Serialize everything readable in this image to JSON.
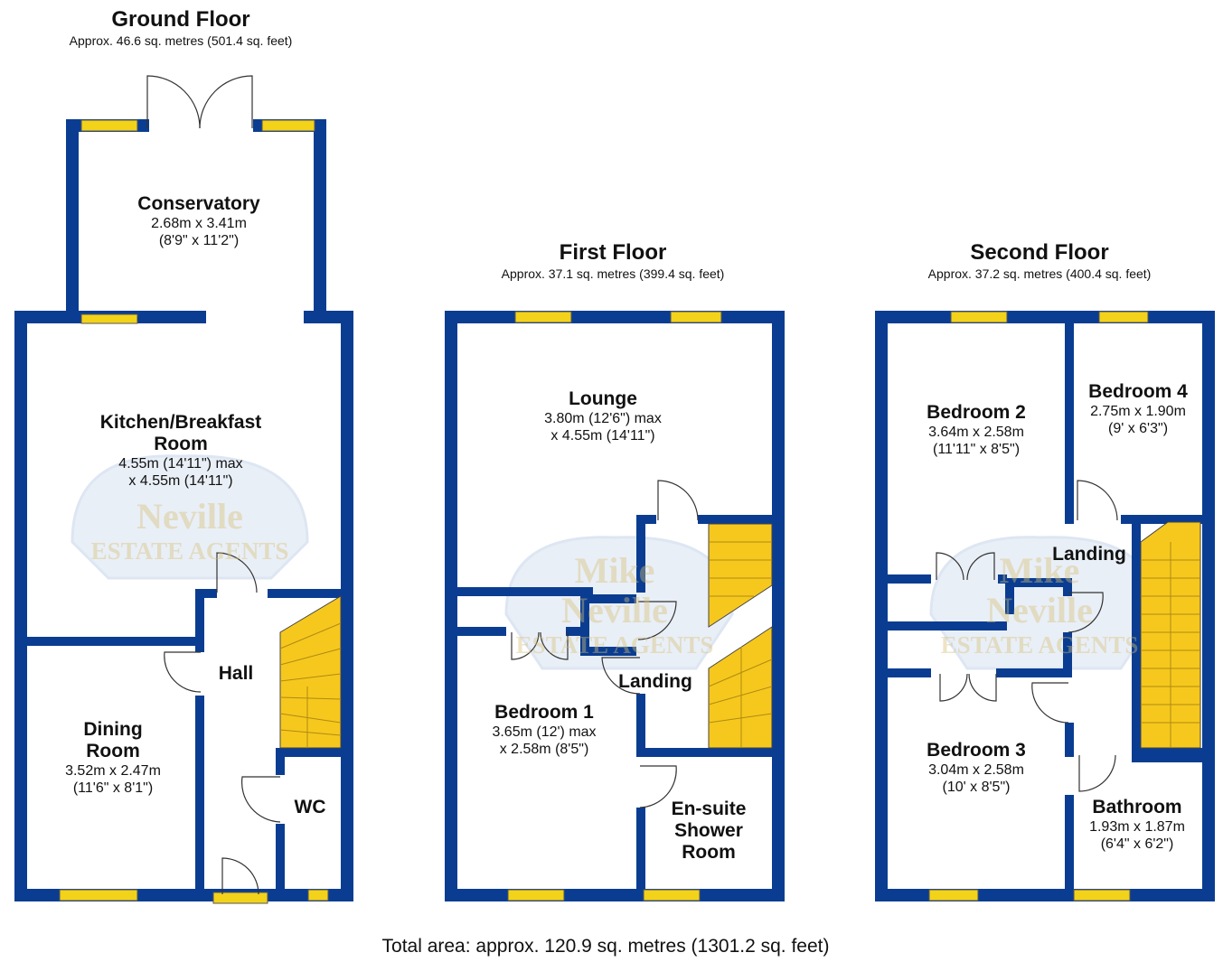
{
  "colors": {
    "wall": "#0a3d91",
    "window": "#f3d21a",
    "stairs": "#f6c81e",
    "watermark": "#c8d6ea"
  },
  "floors": [
    {
      "title": "Ground Floor",
      "area": "Approx. 46.6 sq. metres (501.4 sq. feet)"
    },
    {
      "title": "First Floor",
      "area": "Approx. 37.1 sq. metres (399.4 sq. feet)"
    },
    {
      "title": "Second Floor",
      "area": "Approx. 37.2 sq. metres (400.4 sq. feet)"
    }
  ],
  "rooms": {
    "conservatory": {
      "name": "Conservatory",
      "dim1": "2.68m x 3.41m",
      "dim2": "(8'9\" x 11'2\")"
    },
    "kitchen": {
      "name1": "Kitchen/Breakfast",
      "name2": "Room",
      "dim1": "4.55m (14'11\") max",
      "dim2": "x 4.55m (14'11\")"
    },
    "hall": {
      "name": "Hall"
    },
    "dining": {
      "name1": "Dining",
      "name2": "Room",
      "dim1": "3.52m x 2.47m",
      "dim2": "(11'6\" x 8'1\")"
    },
    "wc": {
      "name": "WC"
    },
    "lounge": {
      "name": "Lounge",
      "dim1": "3.80m (12'6\") max",
      "dim2": "x 4.55m (14'11\")"
    },
    "landing1": {
      "name": "Landing"
    },
    "bedroom1": {
      "name": "Bedroom 1",
      "dim1": "3.65m (12') max",
      "dim2": "x 2.58m (8'5\")"
    },
    "ensuite": {
      "name1": "En-suite",
      "name2": "Shower",
      "name3": "Room"
    },
    "bedroom2": {
      "name": "Bedroom 2",
      "dim1": "3.64m x 2.58m",
      "dim2": "(11'11\" x 8'5\")"
    },
    "bedroom4": {
      "name": "Bedroom 4",
      "dim1": "2.75m x 1.90m",
      "dim2": "(9' x 6'3\")"
    },
    "landing2": {
      "name": "Landing"
    },
    "bedroom3": {
      "name": "Bedroom 3",
      "dim1": "3.04m x 2.58m",
      "dim2": "(10' x 8'5\")"
    },
    "bathroom": {
      "name": "Bathroom",
      "dim1": "1.93m x 1.87m",
      "dim2": "(6'4\" x 6'2\")"
    }
  },
  "watermark": {
    "line1": "Mike",
    "line2": "Neville",
    "line3": "ESTATE AGENTS"
  },
  "total_area": "Total area: approx. 120.9 sq. metres (1301.2 sq. feet)"
}
